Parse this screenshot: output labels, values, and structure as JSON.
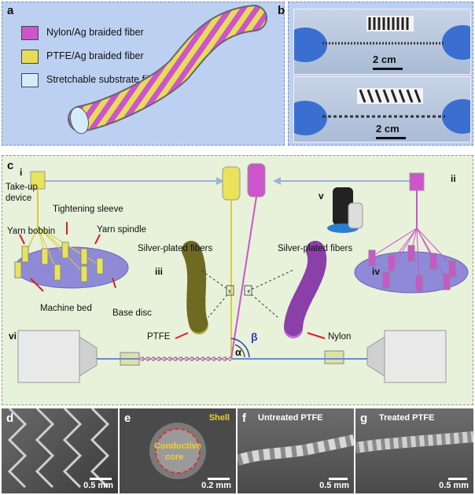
{
  "panel_a": {
    "label": "a",
    "legend": [
      {
        "text": "Nylon/Ag braided fiber",
        "color": "#cc55cc"
      },
      {
        "text": "PTFE/Ag braided fiber",
        "color": "#e6dc5a"
      },
      {
        "text": "Stretchable substrate fiber",
        "color": "#d4ecf8"
      }
    ]
  },
  "panel_b": {
    "label": "b",
    "scale_top": "2 cm",
    "scale_bottom": "2 cm"
  },
  "panel_c": {
    "label": "c",
    "sub_i": "i",
    "sub_ii": "ii",
    "sub_iii": "iii",
    "sub_iv": "iv",
    "sub_v": "v",
    "sub_vi": "vi",
    "take_up_1": "Take-up",
    "take_up_2": "device",
    "tightening_sleeve": "Tightening sleeve",
    "yarn_bobbin": "Yarn bobbin",
    "yarn_spindle": "Yarn spindle",
    "machine_bed": "Machine bed",
    "base_disc": "Base disc",
    "silver_left": "Silver-plated fibers",
    "silver_right": "Silver-plated fibers",
    "ptfe": "PTFE",
    "nylon": "Nylon",
    "alpha": "α",
    "beta": "β"
  },
  "panel_d": {
    "label": "d",
    "scale": "0.5 mm"
  },
  "panel_e": {
    "label": "e",
    "shell": "Shell",
    "core_1": "Conductive",
    "core_2": "core",
    "scale": "0.2 mm"
  },
  "panel_f": {
    "label": "f",
    "title": "Untreated PTFE",
    "scale": "0.5 mm"
  },
  "panel_g": {
    "label": "g",
    "title": "Treated PTFE",
    "scale": "0.5 mm"
  }
}
